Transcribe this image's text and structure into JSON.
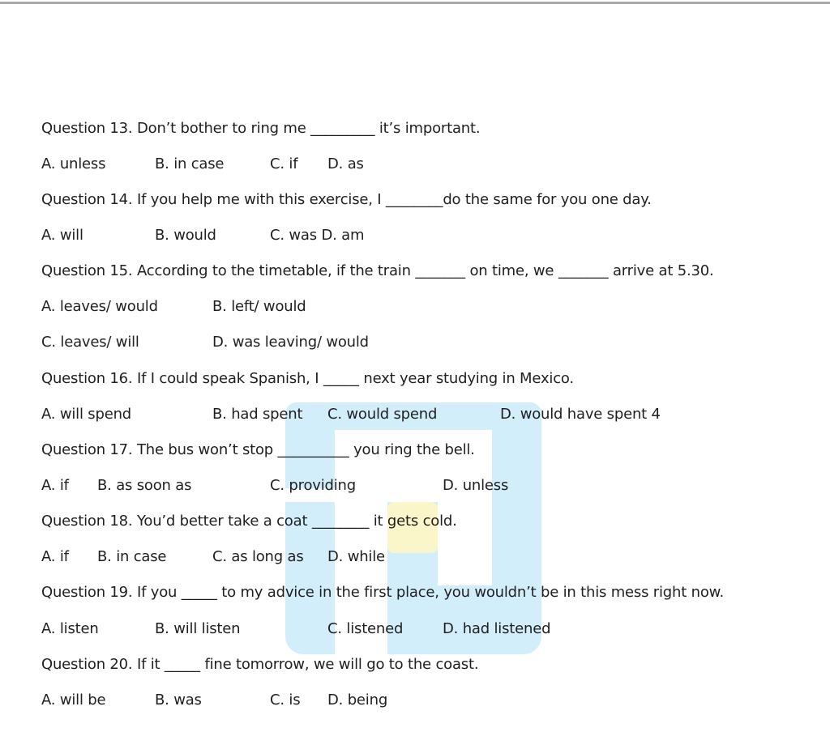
{
  "questions": [
    {
      "stem": "Question 13. Don’t bother to ring me _________ it’s important.",
      "options": [
        "A. unless",
        "B. in case",
        "C. if",
        "D. as"
      ]
    },
    {
      "stem": "Question 14. If you help me with this exercise, I ________do the same for you one day.",
      "options": [
        "A. will",
        "B. would",
        "C. was D. am"
      ]
    },
    {
      "stem": "Question 15. According to the timetable, if the train _______ on time, we _______ arrive at 5.30.",
      "options": [
        "A. leaves/ would",
        "B. left/ would",
        "C. leaves/ will",
        "D. was leaving/ would"
      ]
    },
    {
      "stem": "Question 16. If I could speak Spanish, I _____ next year studying in Mexico.",
      "options": [
        "A. will spend",
        "B. had spent",
        "C. would spend",
        "D. would have spent 4"
      ]
    },
    {
      "stem": "Question 17. The bus won’t stop __________ you ring the bell.",
      "options": [
        "A. if",
        "B. as soon as",
        "C. providing",
        "D. unless"
      ]
    },
    {
      "stem": "Question 18. You’d better take a coat ________ it gets cold.",
      "options": [
        "A. if",
        "B. in case",
        "C. as long as",
        "D. while"
      ]
    },
    {
      "stem": "Question 19. If you _____ to my advice in the first place, you wouldn’t be in this mess right now.",
      "options": [
        "A. listen",
        "B. will listen",
        "C. listened",
        "D. had listened"
      ]
    },
    {
      "stem": "Question 20. If it _____ fine tomorrow, we will go to the coast.",
      "options": [
        "A. will be",
        "B. was",
        "C. is",
        "D. being"
      ]
    }
  ]
}
